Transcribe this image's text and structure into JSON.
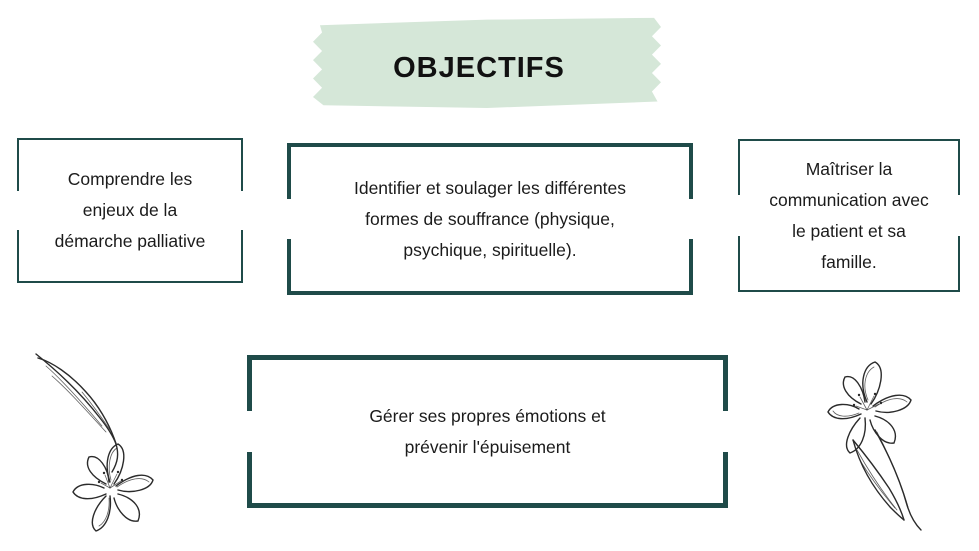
{
  "banner": {
    "label": "OBJECTIFS"
  },
  "objectives": [
    {
      "text": "Comprendre les\nenjeux de la\ndémarche palliative"
    },
    {
      "text": "Identifier et soulager les différentes\nformes de souffrance (physique,\npsychique, spirituelle)."
    },
    {
      "text": "Maîtriser la\ncommunication avec\nle patient et sa\nfamille."
    },
    {
      "text": "Gérer ses propres émotions et\nprévenir l'épuisement"
    }
  ],
  "decorations": {
    "left": "flower-sketch",
    "right": "flower-sketch"
  },
  "colors": {
    "banner_green": "#d5e7d8",
    "border_teal": "#1f4b49",
    "text_dark": "#1b1b1b",
    "background": "#ffffff"
  }
}
